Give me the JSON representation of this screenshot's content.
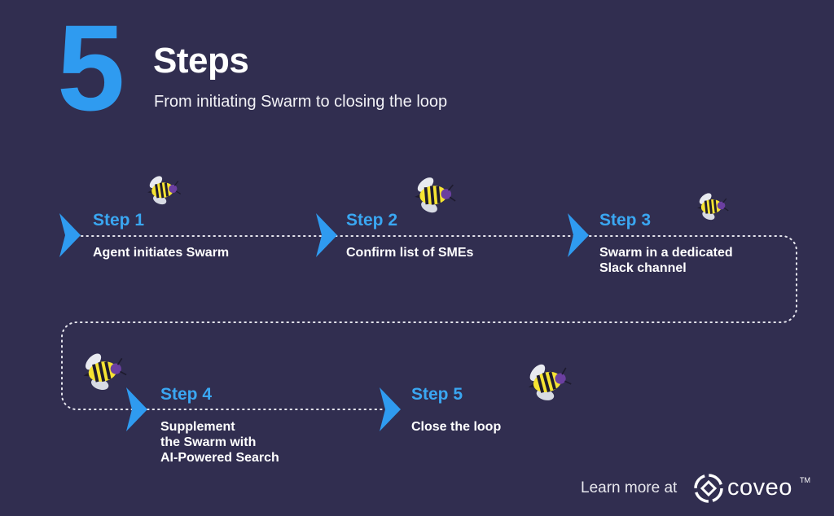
{
  "header": {
    "number": "5",
    "title": "Steps",
    "subtitle": "From initiating Swarm to closing the loop"
  },
  "steps": [
    {
      "label": "Step 1",
      "description": "Agent initiates Swarm"
    },
    {
      "label": "Step 2",
      "description": "Confirm list of SMEs"
    },
    {
      "label": "Step 3",
      "description": "Swarm in a dedicated\nSlack channel"
    },
    {
      "label": "Step 4",
      "description": "Supplement\nthe Swarm with\nAI-Powered Search"
    },
    {
      "label": "Step 5",
      "description": "Close the loop"
    }
  ],
  "footer": {
    "learn_more": "Learn more at",
    "brand": "coveo",
    "trademark": "TM"
  },
  "colors": {
    "background": "#312e50",
    "accent": "#2f9bf0",
    "bee_yellow": "#f5e332",
    "bee_wing": "#e8eaf0"
  },
  "icons": [
    "bee-icon",
    "chevron-right-icon",
    "coveo-logo-icon"
  ]
}
